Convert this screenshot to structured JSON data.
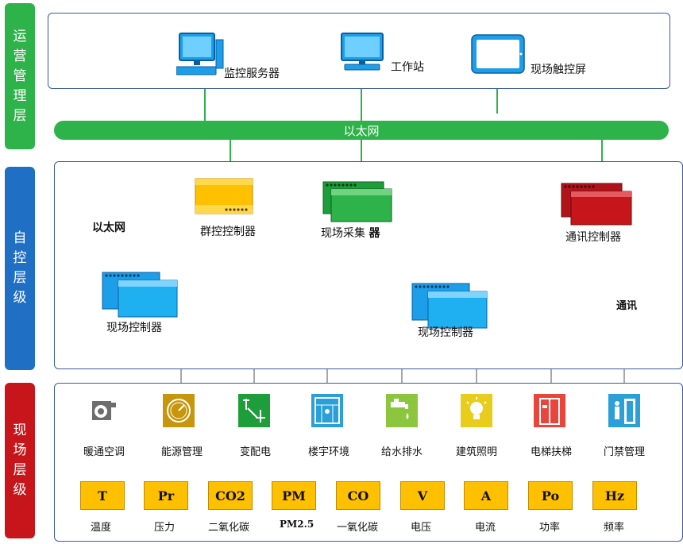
{
  "layers": [
    {
      "label": "运营管理层",
      "color": "#2eb24a"
    },
    {
      "label": "自控层级",
      "color": "#1f6fc5"
    },
    {
      "label": "现场层级",
      "color": "#c7161b"
    }
  ],
  "ethernet_bar": "以太网",
  "ethernet_side_label": "以太网",
  "comm_label": "通讯",
  "management": {
    "server": "监控服务器",
    "workstation": "工作站",
    "touchscreen": "现场触控屏"
  },
  "control": {
    "group_controller": "群控控制器",
    "field_collector_a": "现场采集",
    "field_collector_b": "器",
    "comm_controller": "通讯控制器",
    "field_controller_left": "现场控制器",
    "field_controller_right": "现场控制器"
  },
  "subsystems": [
    {
      "label": "暖通空调",
      "icon": "hvac-fan-icon",
      "color": "#6d6d6d"
    },
    {
      "label": "能源管理",
      "icon": "energy-gauge-icon",
      "color": "#c8960c"
    },
    {
      "label": "变配电",
      "icon": "power-distribution-icon",
      "color": "#1e9e3a"
    },
    {
      "label": "楼宇环境",
      "icon": "building-environment-icon",
      "color": "#2a9fd8"
    },
    {
      "label": "给水排水",
      "icon": "water-tap-icon",
      "color": "#8cc63f"
    },
    {
      "label": "建筑照明",
      "icon": "lightbulb-icon",
      "color": "#e9cd1c"
    },
    {
      "label": "电梯扶梯",
      "icon": "elevator-icon",
      "color": "#e8453c"
    },
    {
      "label": "门禁管理",
      "icon": "access-door-icon",
      "color": "#2a9fd8"
    }
  ],
  "sensors": [
    {
      "symbol": "T",
      "label": "温度"
    },
    {
      "symbol": "Pr",
      "label": "压力"
    },
    {
      "symbol": "CO2",
      "label": "二氧化碳"
    },
    {
      "symbol": "PM",
      "label": "PM2.5"
    },
    {
      "symbol": "CO",
      "label": "一氧化碳"
    },
    {
      "symbol": "V",
      "label": "电压"
    },
    {
      "symbol": "A",
      "label": "电流"
    },
    {
      "symbol": "Po",
      "label": "功率"
    },
    {
      "symbol": "Hz",
      "label": "频率"
    }
  ]
}
